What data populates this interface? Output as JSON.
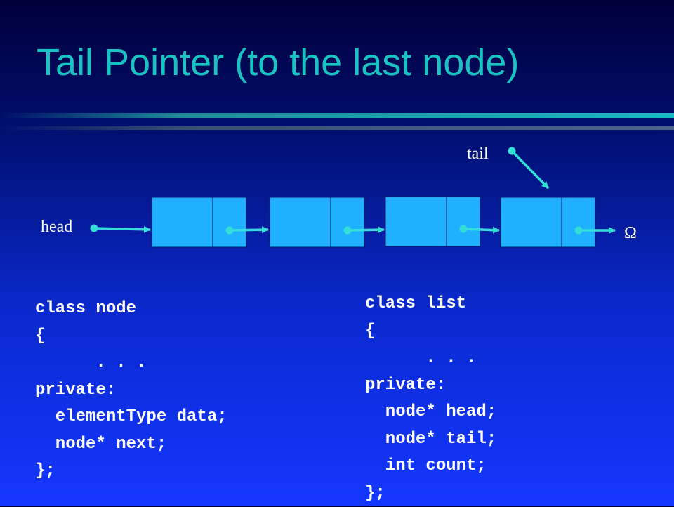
{
  "title": "Tail Pointer (to the last node)",
  "diagram": {
    "head_label": "head",
    "tail_label": "tail",
    "null_symbol": "Ω",
    "node_count": 4
  },
  "colors": {
    "node_fill": "#1fb0ff",
    "pointer": "#33e0d8",
    "title": "#19c3c3"
  },
  "code_node": [
    "class node",
    "{",
    "      . . .",
    "private:",
    "  elementType data;",
    "  node* next;",
    "};"
  ],
  "code_list": [
    "class list",
    "{",
    "      . . .",
    "private:",
    "  node* head;",
    "  node* tail;",
    "  int count;",
    "};"
  ]
}
